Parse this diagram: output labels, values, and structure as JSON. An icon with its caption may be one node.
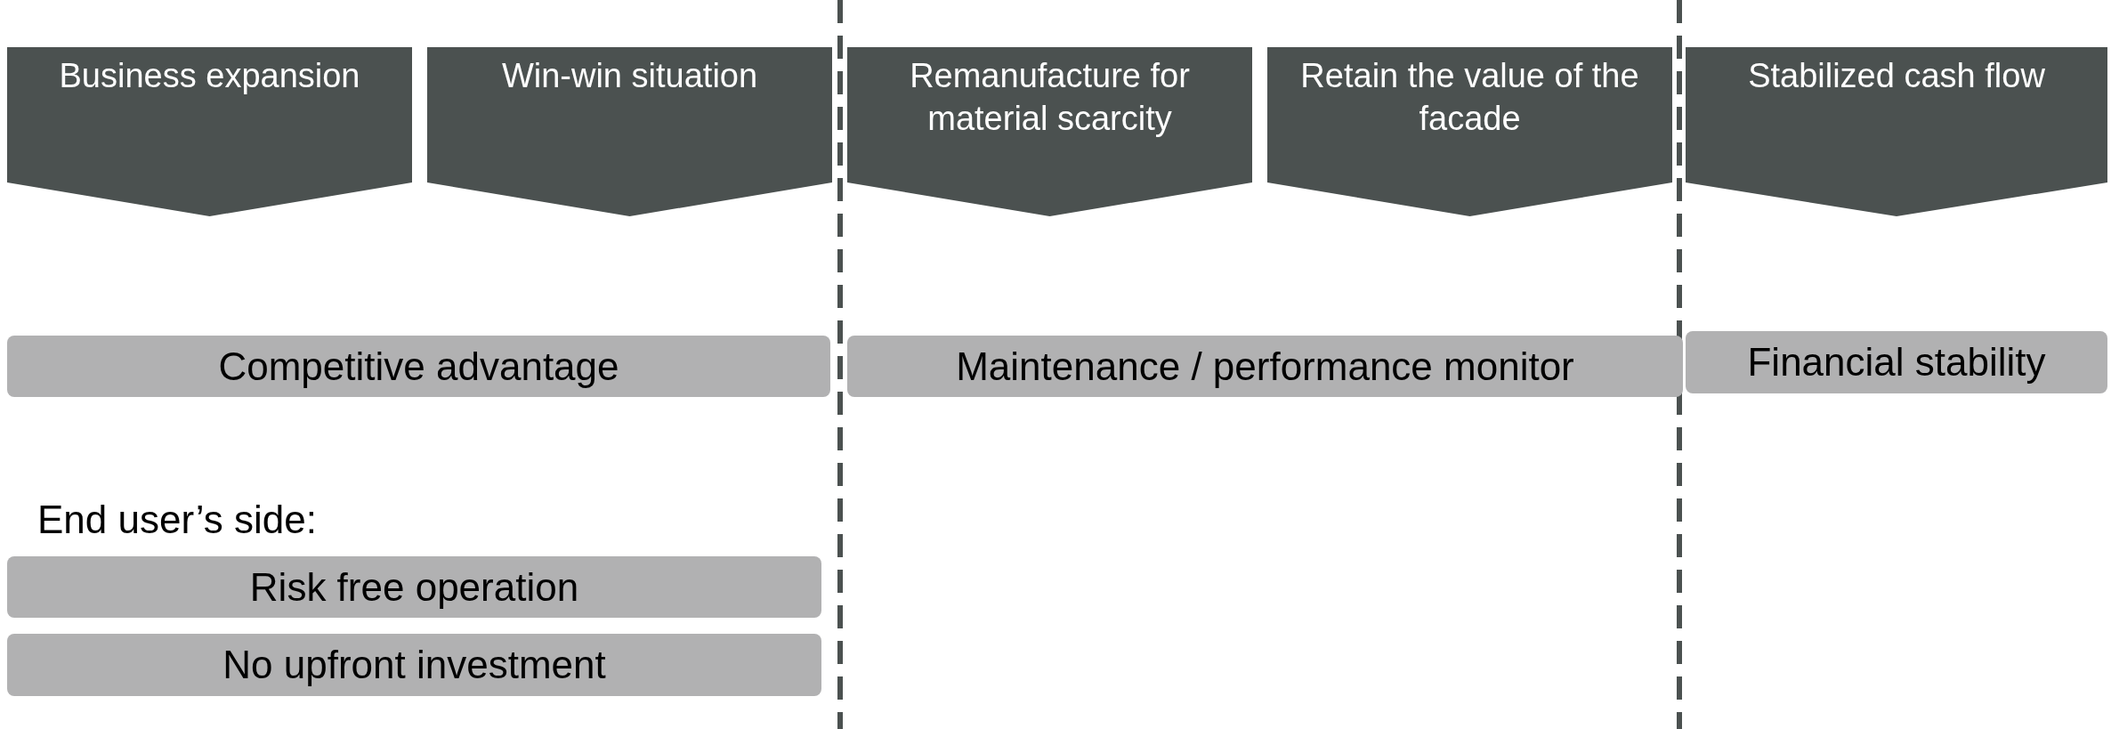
{
  "diagram": {
    "nodes": [
      {
        "text": [
          "Business expansion"
        ]
      },
      {
        "text": [
          "Win-win situation"
        ]
      },
      {
        "text": [
          "Remanufacture for material scarcity"
        ]
      },
      {
        "text": [
          "Retain the value of the facade"
        ]
      },
      {
        "text": [
          "Stabilized cash flow"
        ]
      },
      {
        "text": [
          "Competitive advantage"
        ]
      },
      {
        "text": [
          "Maintenance / performance monitor"
        ]
      },
      {
        "text": [
          "Financial stability"
        ]
      },
      {
        "text": [
          "Risk free operation"
        ]
      },
      {
        "text": [
          "No upfront investment"
        ]
      }
    ],
    "labels": [
      "End user’s side:"
    ]
  }
}
